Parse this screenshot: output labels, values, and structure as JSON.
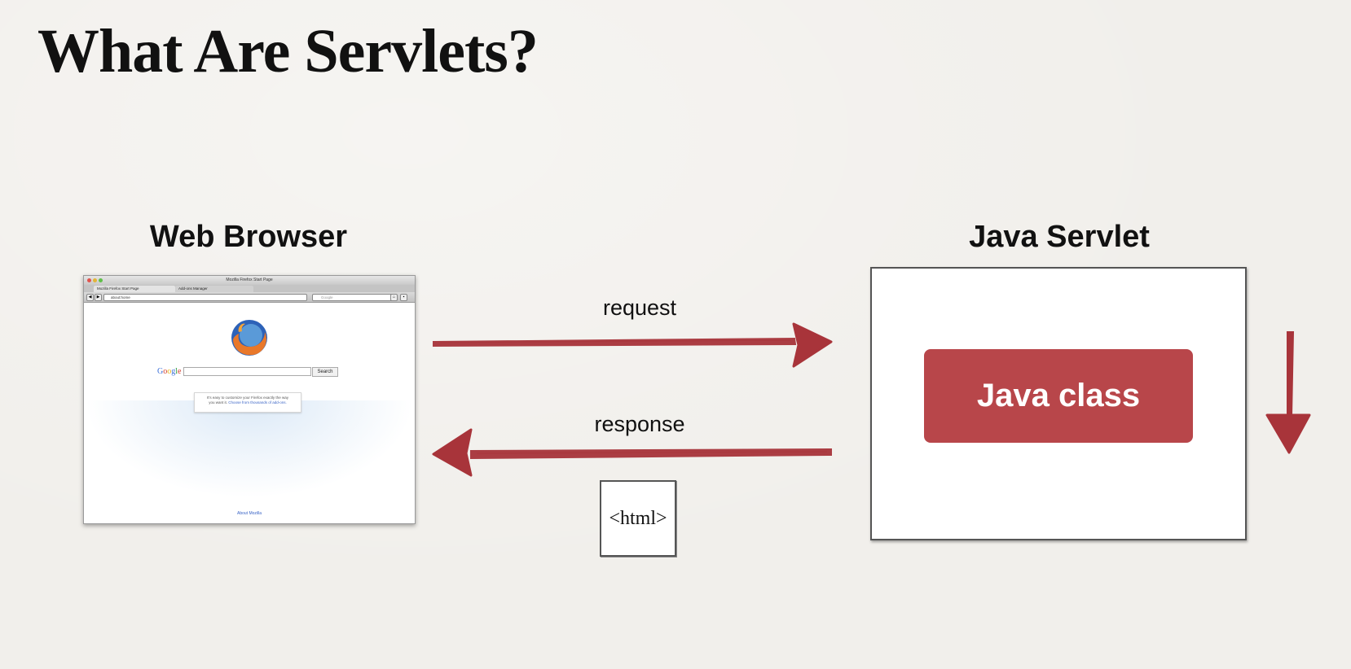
{
  "slide": {
    "title": "What Are Servlets?"
  },
  "browser": {
    "label": "Web Browser",
    "window_title": "Mozilla Firefox Start Page",
    "tabs": [
      "Mozilla Firefox Start Page",
      "Add-ons Manager"
    ],
    "url": "about:home",
    "search_placeholder": "Google",
    "google_search_button": "Search",
    "tip_line1": "It's easy to customize your Firefox exactly the way",
    "tip_line2": "you want it.",
    "tip_link": "Choose from thousands of add-ons.",
    "footer_link": "About Mozilla"
  },
  "flow": {
    "request_label": "request",
    "response_label": "response",
    "payload_label": "<html>"
  },
  "servlet": {
    "label": "Java Servlet",
    "inner_label": "Java class"
  },
  "colors": {
    "arrow": "#a8343a",
    "java_class_fill": "#b8464a",
    "background": "#f1efeb"
  }
}
